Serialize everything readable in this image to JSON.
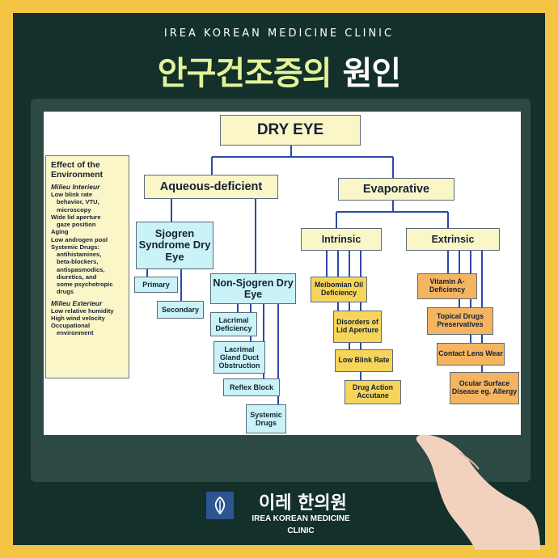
{
  "header": {
    "clinic_name": "IREA KOREAN MEDICINE CLINIC",
    "title_part1": "안구건조증의",
    "title_part2": "원인"
  },
  "diagram": {
    "root": "DRY EYE",
    "aqueous": "Aqueous-deficient",
    "evaporative": "Evaporative",
    "sjogren": "Sjogren Syndrome Dry Eye",
    "primary": "Primary",
    "secondary": "Secondary",
    "non_sjogren": "Non-Sjogren Dry Eye",
    "lacrimal_def": "Lacrimal Deficiency",
    "lacrimal_gland": "Lacrimal Gland Duct Obstruction",
    "reflex": "Reflex Block",
    "systemic": "Systemic Drugs",
    "intrinsic": "Intrinsic",
    "meibomian": "Meibomian Oil Deficiency",
    "lid": "Disorders of Lid Aperture",
    "blink": "Low Blink Rate",
    "drug_action": "Drug Action Accutane",
    "extrinsic": "Extrinsic",
    "vitamin": "Vitamin A-Deficiency",
    "topical": "Topical Drugs Preservatives",
    "contact": "Contact Lens Wear",
    "ocular": "Ocular Surface Disease eg. Allergy",
    "environment": {
      "title": "Effect of the Environment",
      "interieur_heading": "Milieu Interieur",
      "interieur_items": [
        {
          "text": "Low blink rate",
          "indent": false
        },
        {
          "text": "behavior, VTU,",
          "indent": true
        },
        {
          "text": "microscopy",
          "indent": true
        },
        {
          "text": "Wide lid aperture",
          "indent": false
        },
        {
          "text": "gaze position",
          "indent": true
        },
        {
          "text": "Aging",
          "indent": false
        },
        {
          "text": "Low androgen pool",
          "indent": false
        },
        {
          "text": "Systemic Drugs:",
          "indent": false
        },
        {
          "text": "antihistamines,",
          "indent": true
        },
        {
          "text": "beta-blockers,",
          "indent": true
        },
        {
          "text": "antispasmodics,",
          "indent": true
        },
        {
          "text": "diuretics, and",
          "indent": true
        },
        {
          "text": "some psychotropic",
          "indent": true
        },
        {
          "text": "drugs",
          "indent": true
        }
      ],
      "exterieur_heading": "Milieu Exterieur",
      "exterieur_items": [
        {
          "text": "Low relative humidity",
          "indent": false
        },
        {
          "text": "High wind velocity",
          "indent": false
        },
        {
          "text": "Occupational",
          "indent": false
        },
        {
          "text": "environment",
          "indent": true
        }
      ]
    }
  },
  "footer": {
    "brand_name": "이레 한의원",
    "brand_sub_line1": "IREA KOREAN MEDICINE",
    "brand_sub_line2": "CLINIC"
  },
  "colors": {
    "background_frame": "#f4c443",
    "background_dark": "#13302a",
    "title_accent": "#e3f39a",
    "logo_blue": "#2d5592"
  }
}
